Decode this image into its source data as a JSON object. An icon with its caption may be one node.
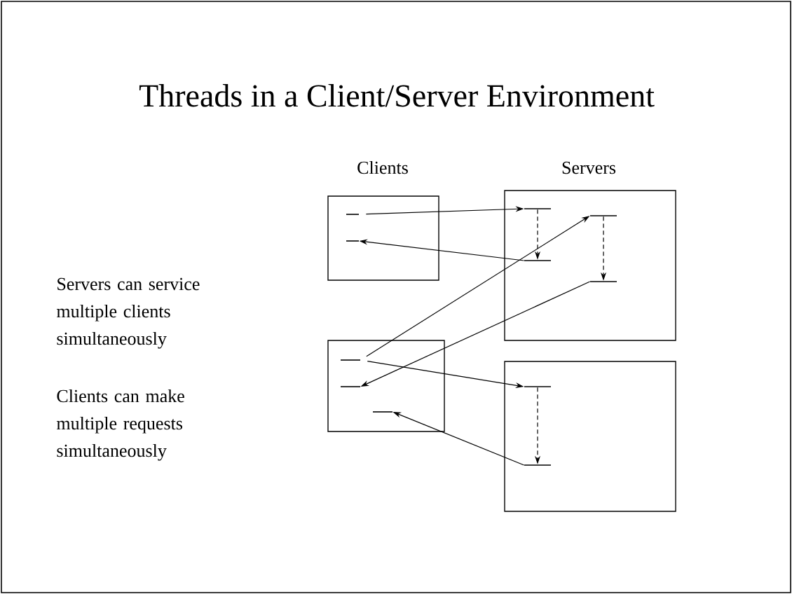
{
  "diagram": {
    "title": "Threads in a Client/Server Environment",
    "nodes": [
      {
        "text": [],
        "shape": "box"
      },
      {
        "text": [],
        "shape": "bar",
        "in": 0
      },
      {
        "text": [],
        "shape": "bar",
        "in": 0
      },
      {
        "text": [],
        "shape": "box"
      },
      {
        "text": [],
        "shape": "bar",
        "in": 3
      },
      {
        "text": [],
        "shape": "bar",
        "in": 3
      },
      {
        "text": [],
        "shape": "bar",
        "in": 3
      },
      {
        "text": [],
        "shape": "bar",
        "in": 3
      },
      {
        "text": [],
        "shape": "box"
      },
      {
        "text": [],
        "shape": "bar",
        "in": 8
      },
      {
        "text": [],
        "shape": "bar",
        "in": 8
      },
      {
        "text": [],
        "shape": "bar",
        "in": 8
      },
      {
        "text": [],
        "shape": "box"
      },
      {
        "text": [],
        "shape": "bar",
        "in": 12
      },
      {
        "text": [],
        "shape": "bar",
        "in": 12
      }
    ],
    "edges": [
      {
        "from": 1,
        "to": 4,
        "arrow": "to"
      },
      {
        "from": 5,
        "to": 2,
        "arrow": "to"
      },
      {
        "from": 4,
        "to": 5,
        "arrow": "to",
        "style": "dashed"
      },
      {
        "from": 6,
        "to": 7,
        "arrow": "to",
        "style": "dashed"
      },
      {
        "from": 9,
        "to": 6,
        "arrow": "to"
      },
      {
        "from": 9,
        "to": 13,
        "arrow": "to"
      },
      {
        "from": 7,
        "to": 10,
        "arrow": "to"
      },
      {
        "from": 14,
        "to": 11,
        "arrow": "to"
      },
      {
        "from": 13,
        "to": 14,
        "arrow": "to",
        "style": "dashed"
      }
    ],
    "labels": [
      "Clients",
      "Servers",
      "Servers can service multiple clients simultaneously",
      "Clients can make multiple requests simultaneously"
    ]
  }
}
